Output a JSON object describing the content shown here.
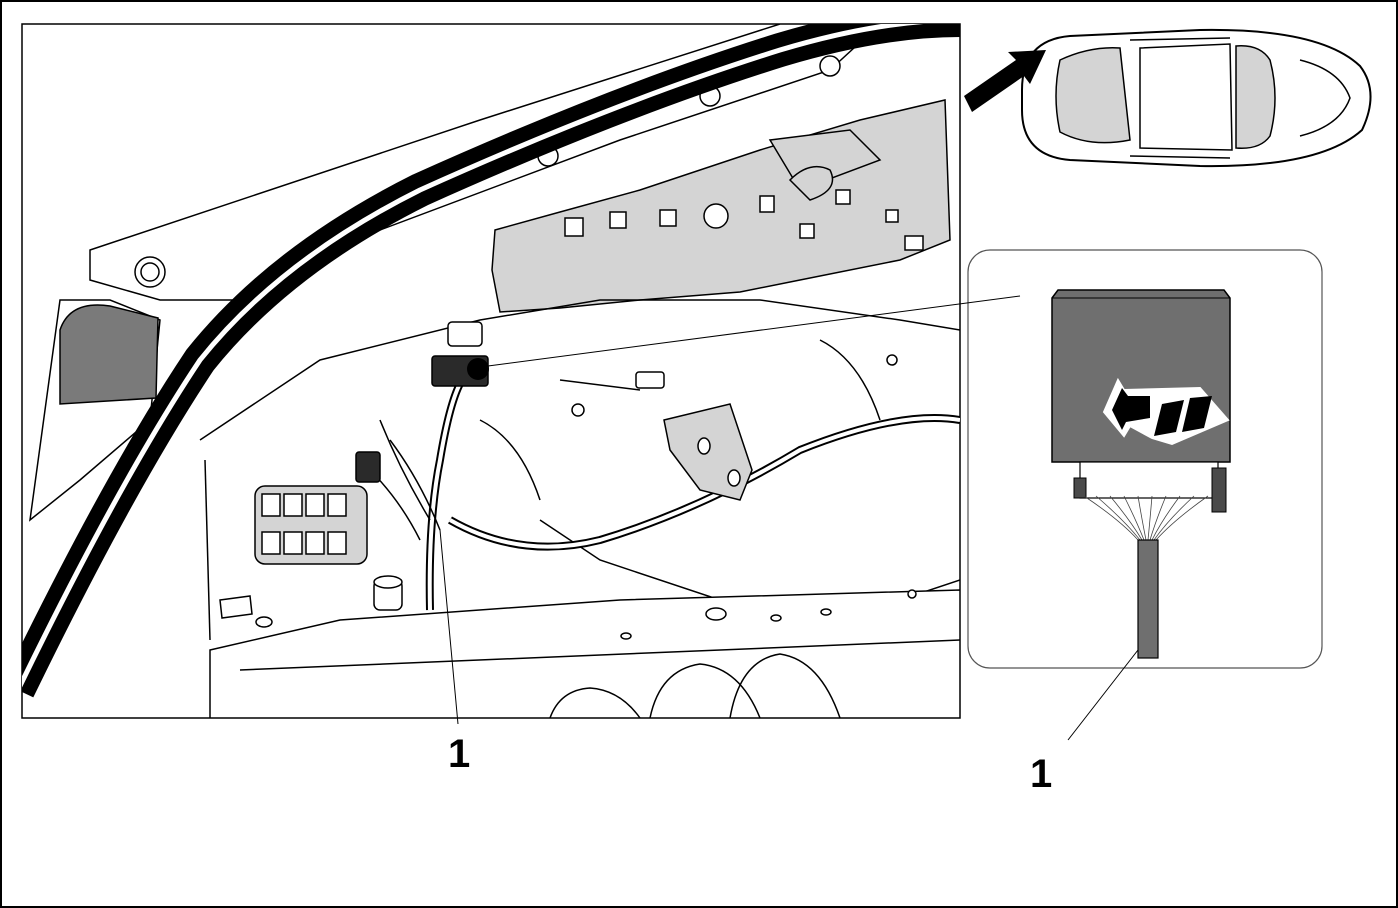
{
  "callouts": [
    {
      "id": "left",
      "text": "1"
    },
    {
      "id": "right",
      "text": "1"
    }
  ],
  "colors": {
    "outline": "#000000",
    "panel_fill": "#d4d4d4",
    "module_fill": "#6f6f6f",
    "background": "#ffffff"
  }
}
